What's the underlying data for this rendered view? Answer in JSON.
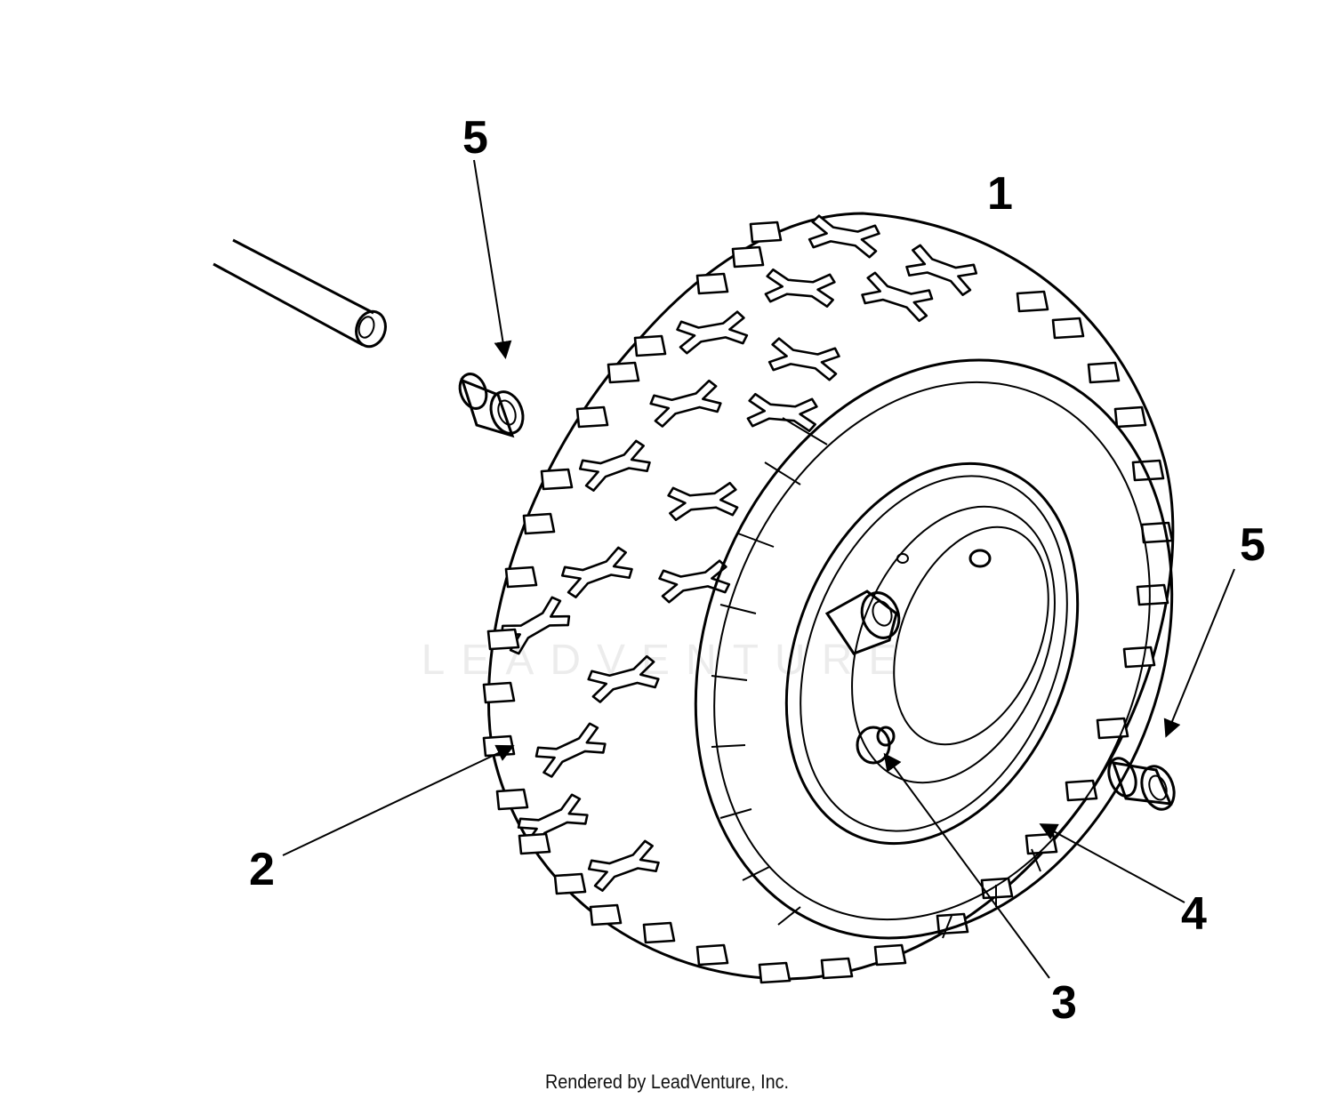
{
  "callouts": {
    "c1": "1",
    "c2": "2",
    "c3": "3",
    "c4": "4",
    "c5a": "5",
    "c5b": "5"
  },
  "watermark": "LEADVENTURE",
  "footer": "Rendered by LeadVenture, Inc."
}
